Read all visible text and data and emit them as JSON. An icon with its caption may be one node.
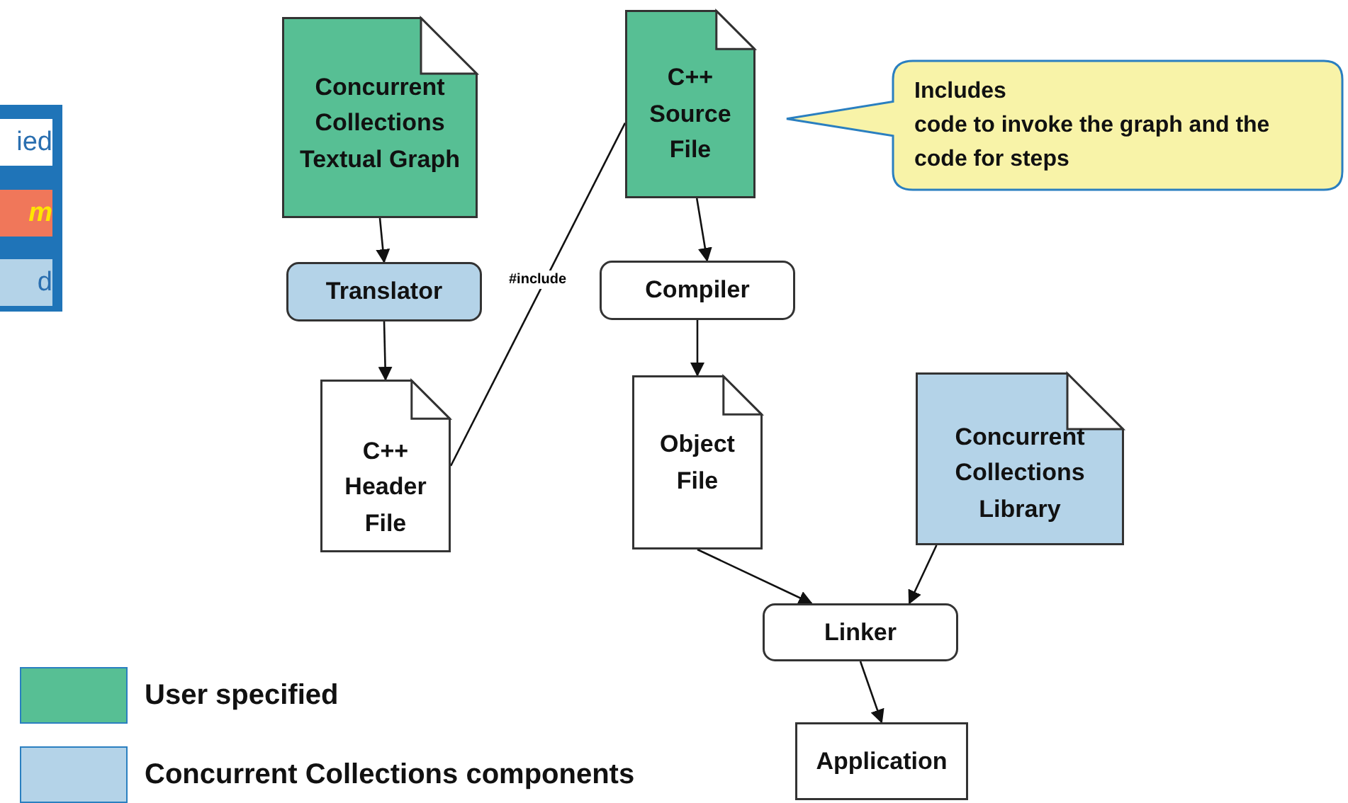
{
  "diagram": {
    "nodes": [
      {
        "text": [
          "Concurrent Collections Textual Graph"
        ]
      },
      {
        "text": [
          "C++ Source File"
        ]
      },
      {
        "text": [
          "Includes",
          "code to invoke the graph and the code for steps"
        ]
      },
      {
        "text": [
          "Translator"
        ]
      },
      {
        "text": [
          "Compiler"
        ]
      },
      {
        "text": [
          "C++ Header File"
        ]
      },
      {
        "text": [
          "Object File"
        ]
      },
      {
        "text": [
          "Concurrent Collections Library"
        ]
      },
      {
        "text": [
          "Linker"
        ]
      },
      {
        "text": [
          "Application"
        ]
      }
    ],
    "edges": [
      {
        "from": 0,
        "to": 3,
        "arrow": "to"
      },
      {
        "from": 3,
        "to": 5,
        "arrow": "to"
      },
      {
        "from": 5,
        "to": 1,
        "arrow": "none",
        "label": "#include"
      },
      {
        "from": 1,
        "to": 4,
        "arrow": "to"
      },
      {
        "from": 4,
        "to": 6,
        "arrow": "to"
      },
      {
        "from": 6,
        "to": 8,
        "arrow": "to"
      },
      {
        "from": 7,
        "to": 8,
        "arrow": "to"
      },
      {
        "from": 8,
        "to": 9,
        "arrow": "to"
      }
    ],
    "labels": [
      "ied",
      "m",
      "d"
    ],
    "legend": [
      {
        "text": "User specified",
        "color": "#57bf94"
      },
      {
        "text": "Concurrent Collections components",
        "color": "#b4d3e8"
      }
    ]
  }
}
